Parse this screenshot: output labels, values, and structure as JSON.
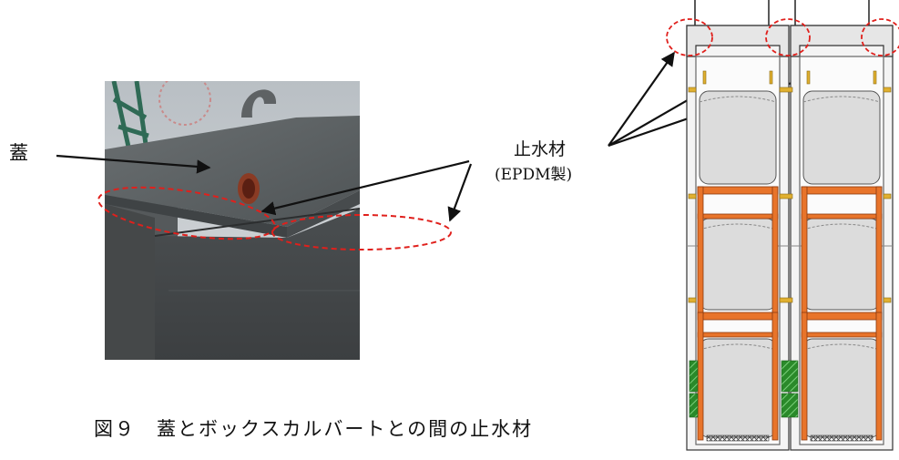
{
  "labels": {
    "lid": "蓋",
    "sealant": "止水材",
    "sealant_material": "(EPDM製)"
  },
  "caption": "図９　蓋とボックスカルバートとの間の止水材",
  "colors": {
    "callout_ellipse": "#e0201c",
    "steel_frame": "#e8742a",
    "seal_bracket": "#e0b030",
    "packing_green": "#2a8a2a",
    "concrete_photo": "#5a5f60",
    "sky_photo": "#c7ccd0"
  }
}
